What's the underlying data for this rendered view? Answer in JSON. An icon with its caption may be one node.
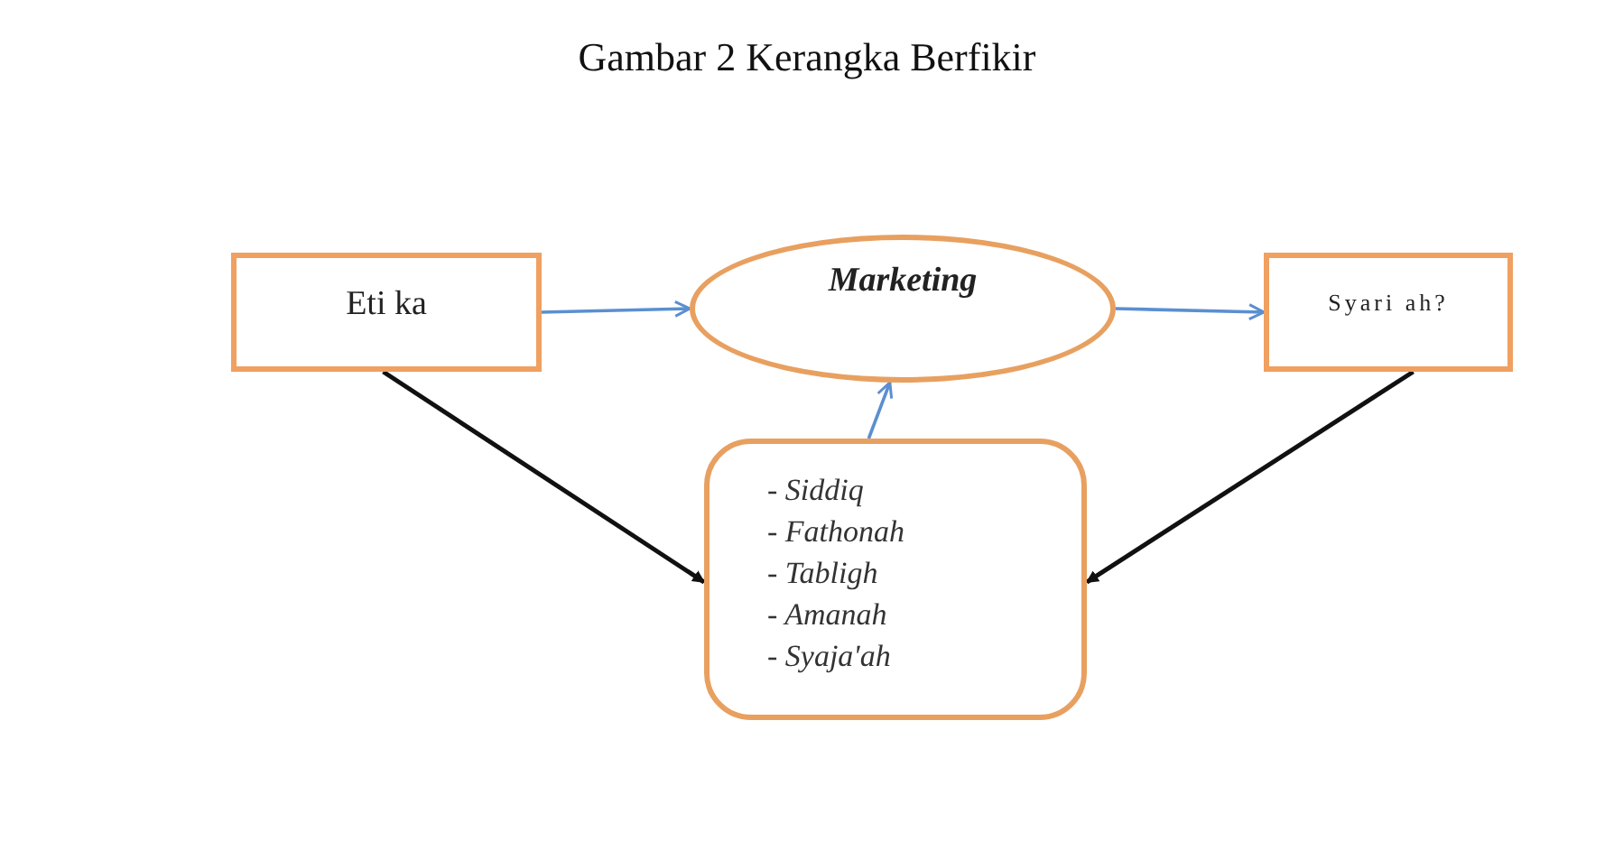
{
  "diagram": {
    "title": "Gambar 2 Kerangka Berfikir",
    "nodes": [
      {
        "text": [
          "Eti ka"
        ]
      },
      {
        "text": [
          "Marketing"
        ]
      },
      {
        "text": [
          "Syari ah?"
        ]
      },
      {
        "text": [
          "- Siddiq",
          "- Fathonah",
          "- Tabligh",
          "- Amanah",
          "- Syaja'ah"
        ]
      }
    ],
    "edges": [
      {
        "from": 0,
        "to": 1,
        "arrow": "to"
      },
      {
        "from": 1,
        "to": 2,
        "arrow": "to"
      },
      {
        "from": 3,
        "to": 1,
        "arrow": "to"
      },
      {
        "from": 0,
        "to": 3,
        "arrow": "to",
        "color": "#111111"
      },
      {
        "from": 2,
        "to": 3,
        "arrow": "to",
        "color": "#111111"
      }
    ]
  }
}
